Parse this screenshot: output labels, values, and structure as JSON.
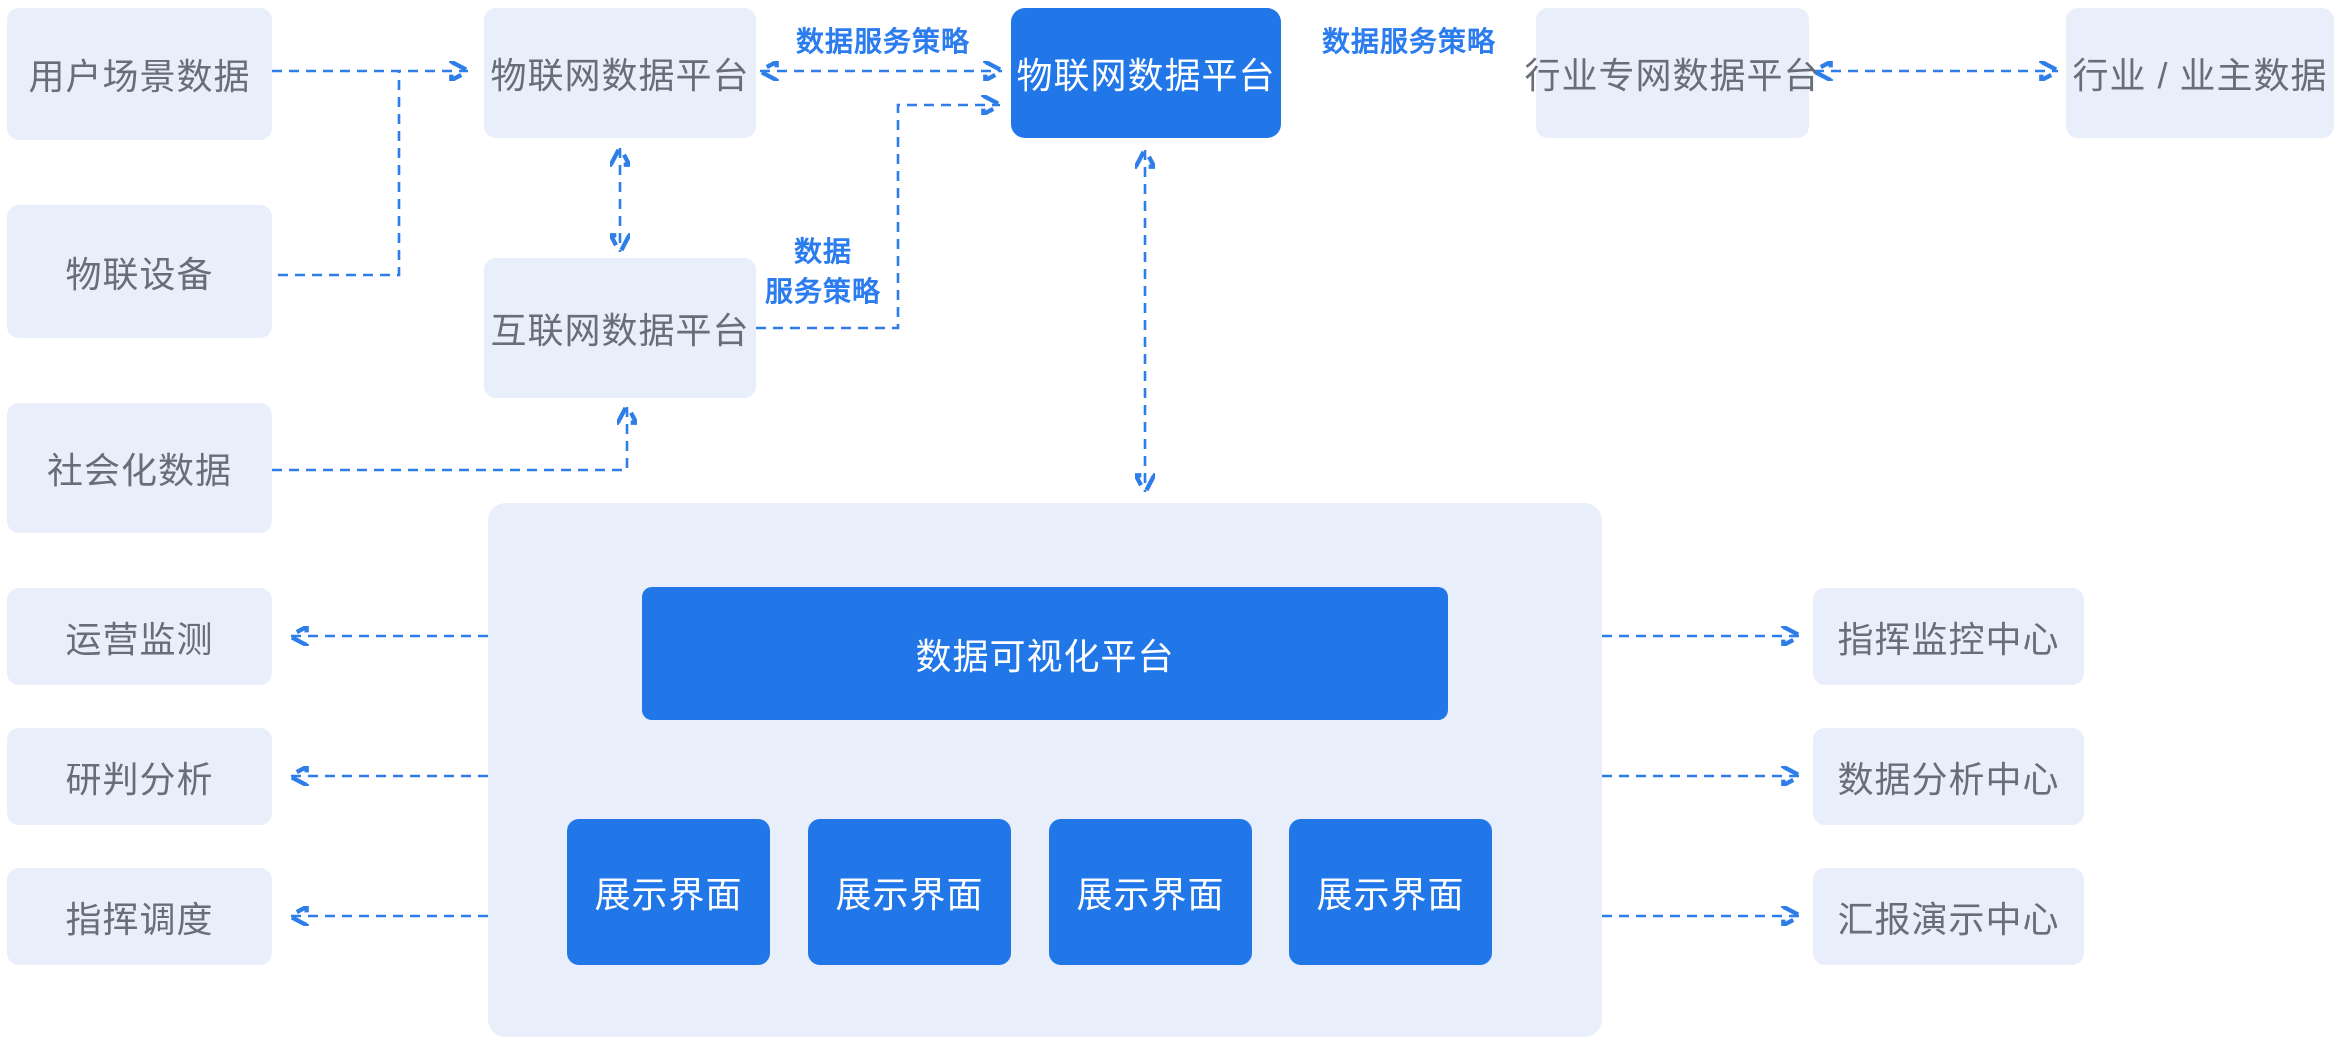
{
  "colors": {
    "background": "#ffffff",
    "node_fill": "#e9eefb",
    "node_text": "#686d78",
    "accent_blue": "#2277e8",
    "arrow_line": "#2e7ee9",
    "arrow_head": "#1b72e6",
    "label_blue": "#2b7cee"
  },
  "sources": [
    {
      "label": "用户场景数据"
    },
    {
      "label": "物联设备"
    },
    {
      "label": "社会化数据"
    }
  ],
  "outputs_left": [
    {
      "label": "运营监测"
    },
    {
      "label": "研判分析"
    },
    {
      "label": "指挥调度"
    }
  ],
  "platforms": {
    "iot_left": "物联网数据平台",
    "internet": "互联网数据平台",
    "iot_center": "物联网数据平台",
    "industry_private": "行业专网数据平台",
    "industry_owner": "行业 / 业主数据"
  },
  "labels": {
    "policy_left": "数据服务策略",
    "policy_right": "数据服务策略",
    "policy_internet_line1": "数据",
    "policy_internet_line2": "服务策略"
  },
  "visualization": {
    "platform": "数据可视化平台",
    "interfaces": [
      "展示界面",
      "展示界面",
      "展示界面",
      "展示界面"
    ]
  },
  "centers_right": [
    {
      "label": "指挥监控中心"
    },
    {
      "label": "数据分析中心"
    },
    {
      "label": "汇报演示中心"
    }
  ]
}
